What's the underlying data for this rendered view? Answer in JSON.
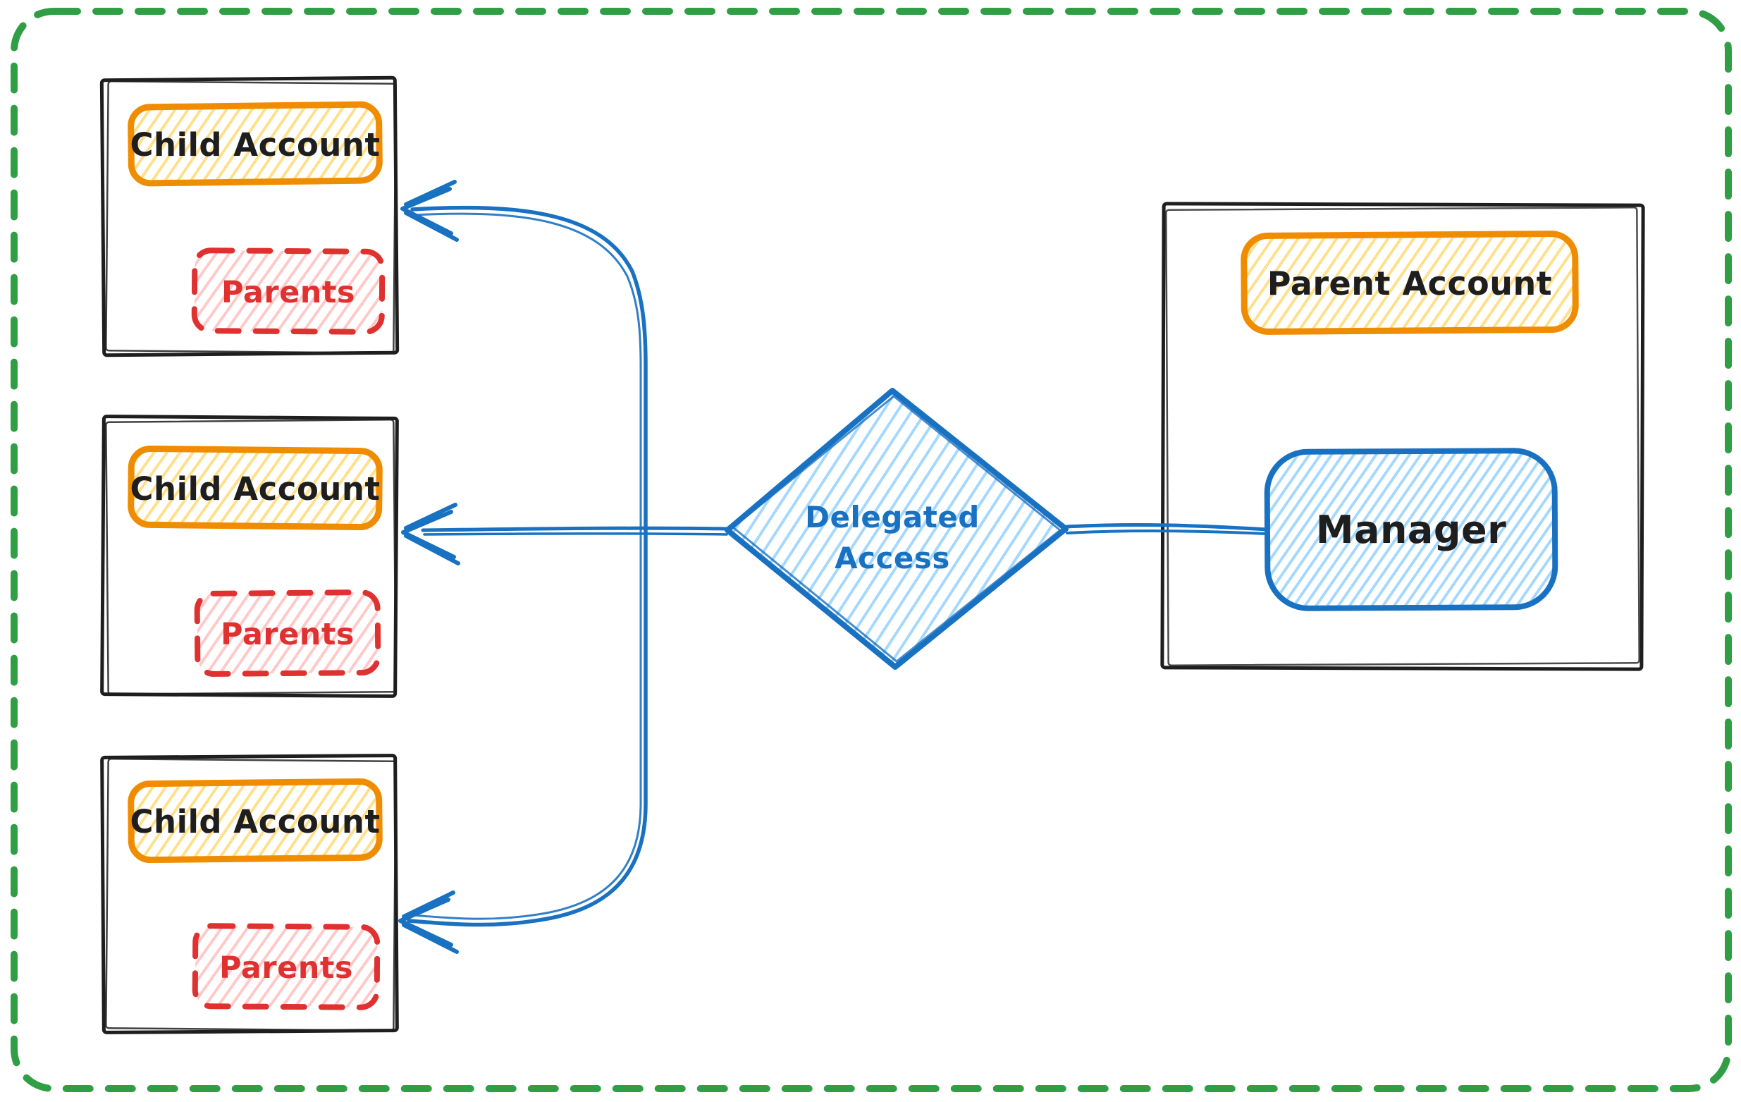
{
  "diagram": {
    "child_accounts": [
      {
        "title": "Child Account",
        "inner": "Parents"
      },
      {
        "title": "Child Account",
        "inner": "Parents"
      },
      {
        "title": "Child Account",
        "inner": "Parents"
      }
    ],
    "parent_account": {
      "title": "Parent Account",
      "manager": "Manager"
    },
    "decision": {
      "line1": "Delegated",
      "line2": "Access"
    }
  },
  "colors": {
    "green": "#2f9e44",
    "black": "#1e1e1e",
    "orange": "#f08c00",
    "yellow_fill": "#ffe08a",
    "red": "#e03131",
    "pink_fill": "#ffc9c9",
    "blue": "#1971c2",
    "light_blue_fill": "#a5d8ff",
    "white": "#ffffff"
  }
}
